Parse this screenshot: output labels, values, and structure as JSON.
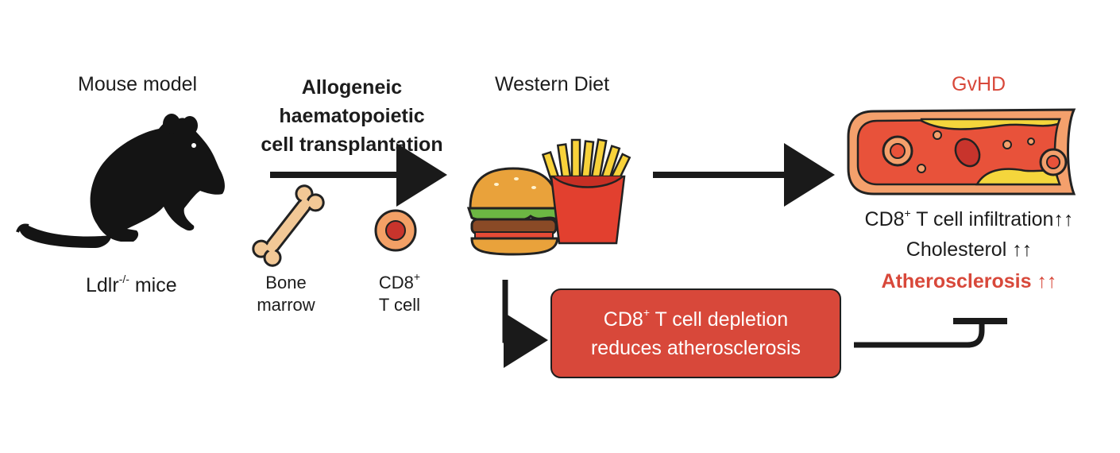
{
  "mouse": {
    "title": "Mouse model",
    "genotype_prefix": "Ldlr",
    "genotype_superscript": "-/-",
    "genotype_suffix": " mice"
  },
  "transplant": {
    "lines": [
      "Allogeneic",
      "haematopoietic",
      "cell transplantation"
    ]
  },
  "bone_marrow": {
    "line1": "Bone",
    "line2": "marrow"
  },
  "cd8_cell": {
    "line1_prefix": "CD8",
    "line1_superscript": "+",
    "line2": "T cell"
  },
  "diet": {
    "title": "Western Diet"
  },
  "gvhd": {
    "title": "GvHD"
  },
  "outcomes": {
    "infiltration_prefix": "CD8",
    "infiltration_superscript": "+",
    "infiltration_suffix": " T cell infiltration",
    "infiltration_arrows": "↑↑",
    "cholesterol": "Cholesterol",
    "cholesterol_arrows": "↑↑",
    "atherosclerosis": "Atherosclerosis",
    "atherosclerosis_arrows": "↑↑"
  },
  "depletion_box": {
    "line1_prefix": "CD8",
    "line1_superscript": "+",
    "line1_suffix": " T cell depletion",
    "line2": "reduces atherosclerosis"
  },
  "colors": {
    "accent_red": "#d8483a",
    "vessel_red": "#e8523a",
    "plaque_yellow": "#f4d63c",
    "ink": "#1a1a1a"
  }
}
